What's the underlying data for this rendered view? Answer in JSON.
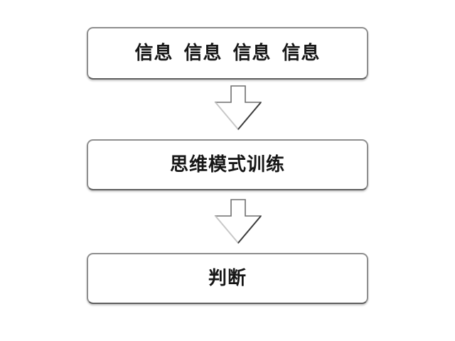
{
  "diagram": {
    "type": "flowchart",
    "direction": "top-to-bottom",
    "background_color": "#ffffff",
    "box_fill_color": "#ffffff",
    "box_border_color": "#8e8e8e",
    "box_border_bottom_color": "#5f5f5f",
    "text_color": "#161616",
    "arrow_outline_color": "#6f6f6f",
    "arrow_left_edge_color": "#c9c9c9",
    "arrow_right_edge_color": "#3c3c3c",
    "nodes": [
      {
        "id": "node-1",
        "label": "信息  信息  信息  信息"
      },
      {
        "id": "node-2",
        "label": "思维模式训练"
      },
      {
        "id": "node-3",
        "label": "判断"
      }
    ],
    "connectors": [
      {
        "from": "node-1",
        "to": "node-2",
        "style": "hollow-block-arrow-down"
      },
      {
        "from": "node-2",
        "to": "node-3",
        "style": "hollow-block-arrow-down"
      }
    ]
  }
}
